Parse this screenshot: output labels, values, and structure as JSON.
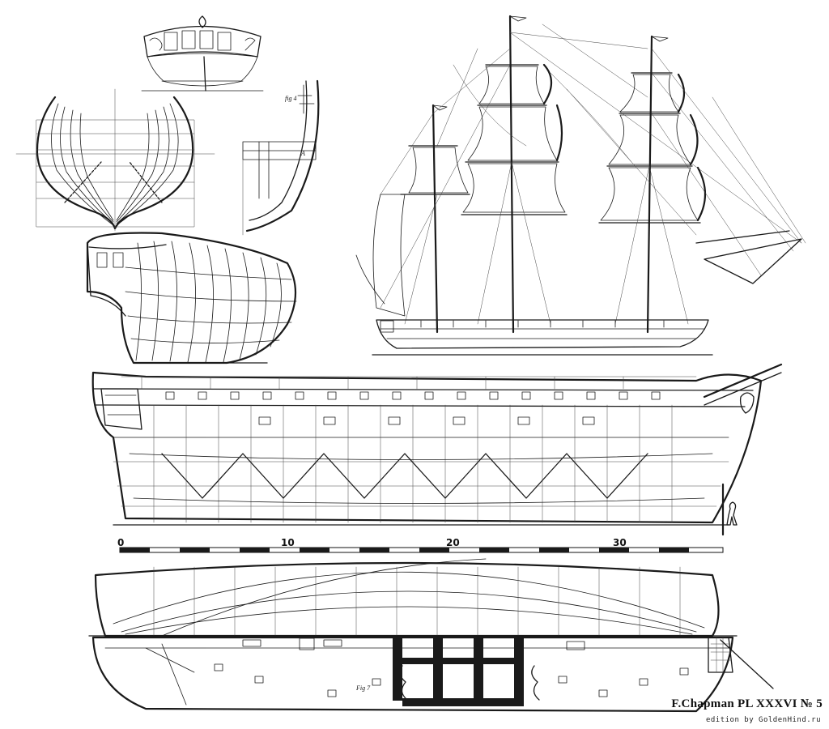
{
  "plate": {
    "caption": "F.Chapman PL XXXVI № 5",
    "credit": "edition by GoldenHind.ru"
  },
  "scale_bar": {
    "labels": [
      "0",
      "10",
      "20",
      "30"
    ]
  },
  "figure_labels": {
    "fig_a": "fig 4",
    "fig_b": "A",
    "fig_c": "Fig 7"
  }
}
